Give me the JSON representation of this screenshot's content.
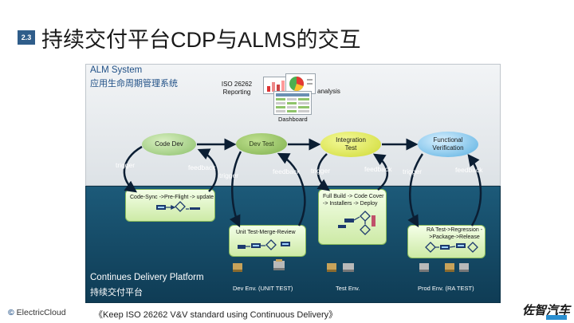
{
  "header": {
    "badge": "2.3",
    "title": "持续交付平台CDP与ALMS的交互"
  },
  "alm": {
    "title": "ALM System",
    "subtitle": "应用生命周期管理系统",
    "iso_label": "ISO 26262 Reporting",
    "analysis_label": "analysis",
    "dashboard_label": "Dashboard"
  },
  "stages": [
    {
      "label": "Code Dev"
    },
    {
      "label": "Dev Test"
    },
    {
      "label": "Integration Test"
    },
    {
      "label": "Functional Verification"
    }
  ],
  "flow_labels": {
    "trigger": "trigger",
    "feedback": "feedback"
  },
  "cdp": {
    "title": "Continues Delivery Platform",
    "subtitle": "持续交付平台",
    "boxes": [
      {
        "text": "Code-Sync ->Pre-Flight -> update"
      },
      {
        "text": "Unit Test-Merge-Review"
      },
      {
        "text": "Full Build -> Code Cover -> Installers -> Deploy"
      },
      {
        "text": "RA Test->Regression ->Package->Release"
      }
    ],
    "envs": [
      {
        "label": "Dev Env.  (UNIT TEST)"
      },
      {
        "label": "Test Env."
      },
      {
        "label": "Prod Env. (RA TEST)"
      }
    ]
  },
  "footer": {
    "logo": "ElectricCloud",
    "note": "《Keep ISO 26262 V&V standard using Continuous Delivery》",
    "brand": "佐智汽车"
  },
  "colors": {
    "alm_text": "#1f4f86",
    "cdp_panel": "#164a66",
    "badge": "#2f5d8a"
  }
}
